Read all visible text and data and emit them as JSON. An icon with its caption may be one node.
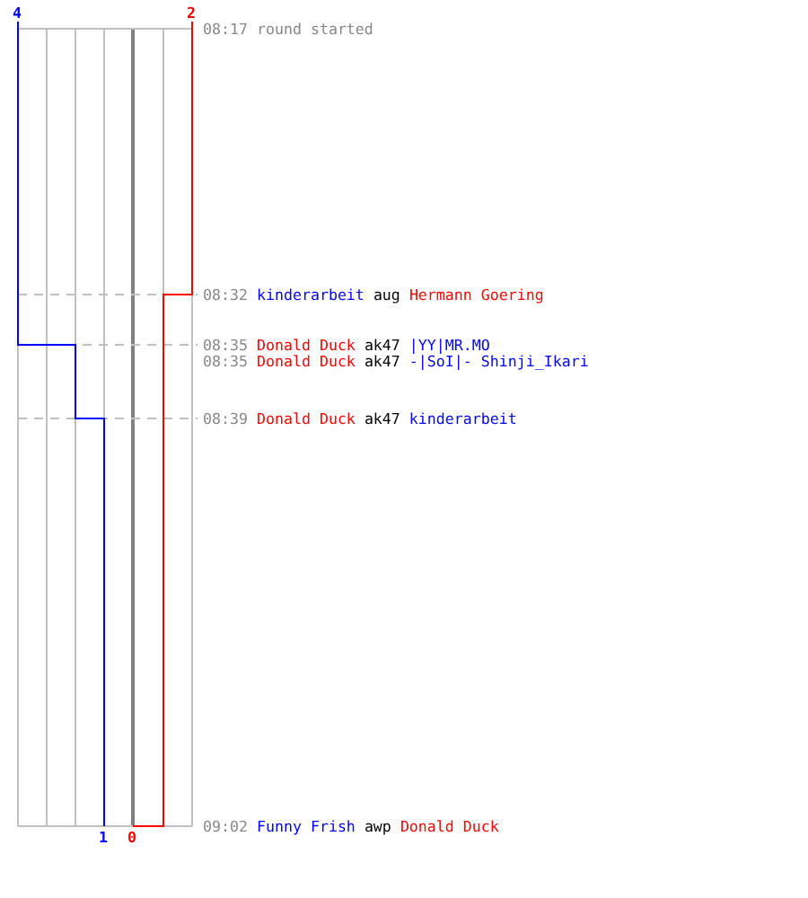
{
  "diagram": {
    "labels": [
      "4",
      "2",
      "08:17",
      "round started",
      "08:32",
      "kinderarbeit",
      "aug",
      "Hermann Goering",
      "08:35",
      "Donald Duck",
      "ak47",
      "|YY|MR.MO",
      "08:35",
      "Donald Duck",
      "ak47",
      "-|SoI|- Shinji_Ikari",
      "08:39",
      "Donald Duck",
      "ak47",
      "kinderarbeit",
      "1",
      "0",
      "09:02",
      "Funny Frish",
      "awp",
      "Donald Duck"
    ]
  }
}
